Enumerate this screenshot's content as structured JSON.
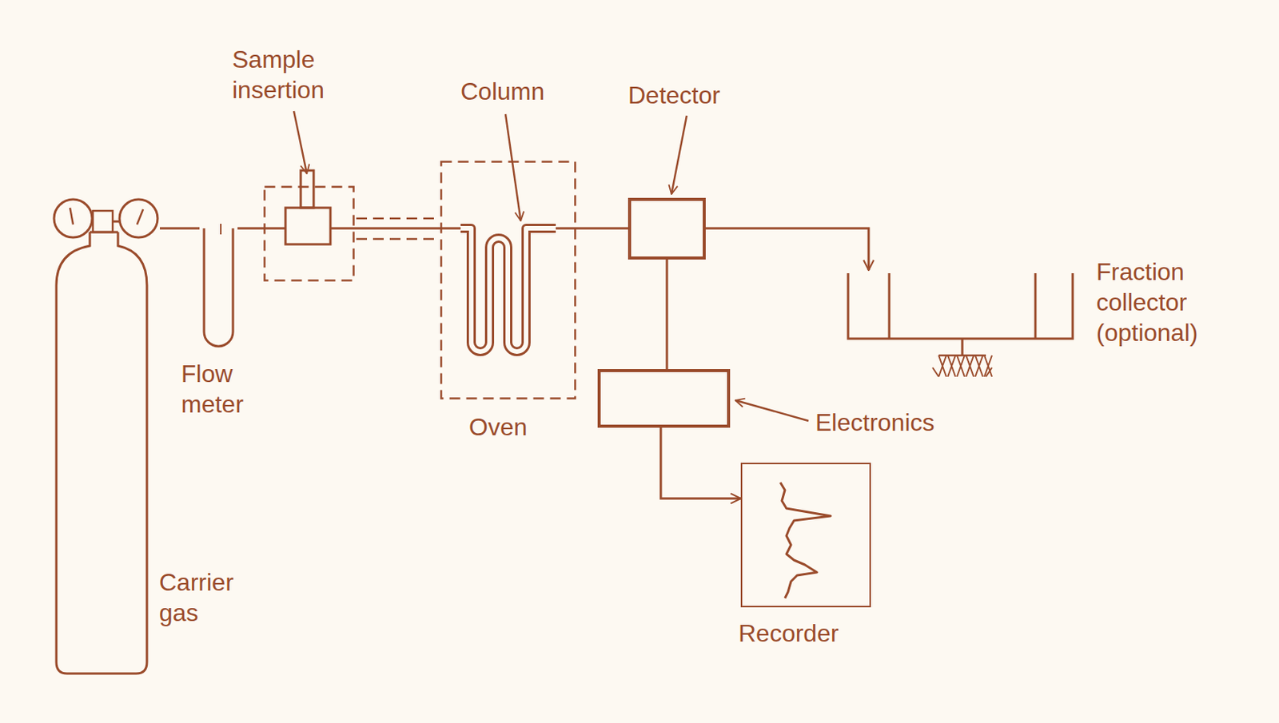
{
  "diagram": {
    "nodes": [
      {
        "text": [
          "Carrier gas"
        ]
      },
      {
        "text": [
          "Flow meter"
        ]
      },
      {
        "text": [
          "Sample insertion"
        ]
      },
      {
        "text": [
          "Oven"
        ]
      },
      {
        "text": [
          "Column"
        ],
        "in": 3
      },
      {
        "text": [
          "Detector"
        ]
      },
      {
        "text": [
          "Electronics"
        ]
      },
      {
        "text": [
          "Recorder"
        ]
      },
      {
        "text": [
          "Fraction collector (optional)"
        ]
      }
    ],
    "edges": [
      {
        "from": 0,
        "to": 1,
        "arrow": "none"
      },
      {
        "from": 1,
        "to": 2,
        "arrow": "none"
      },
      {
        "from": 2,
        "to": 4,
        "arrow": "none"
      },
      {
        "from": 4,
        "to": 5,
        "arrow": "none"
      },
      {
        "from": 5,
        "to": 8,
        "arrow": "to"
      },
      {
        "from": 5,
        "to": 6,
        "arrow": "none"
      },
      {
        "from": 6,
        "to": 7,
        "arrow": "to"
      }
    ]
  }
}
